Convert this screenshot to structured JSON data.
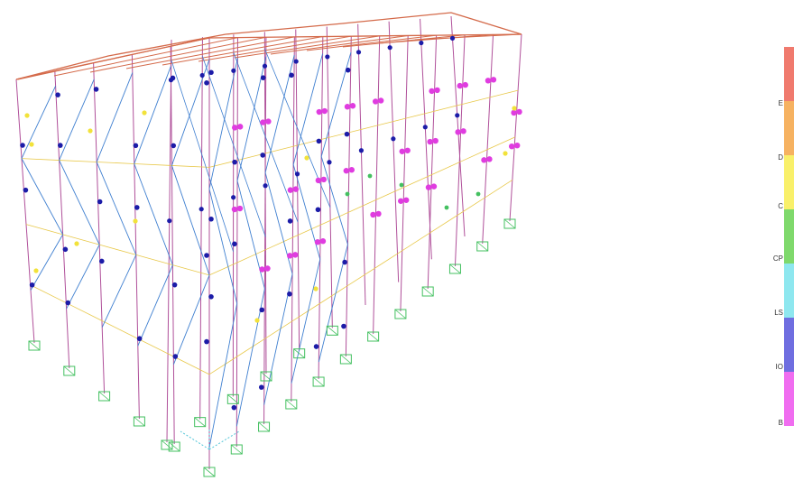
{
  "legend": {
    "items": [
      {
        "label": "E",
        "color": "#f07a6e"
      },
      {
        "label": "D",
        "color": "#f6b261"
      },
      {
        "label": "C",
        "color": "#f9f06a"
      },
      {
        "label": "CP",
        "color": "#7fd96c"
      },
      {
        "label": "LS",
        "color": "#8ee7ef"
      },
      {
        "label": "IO",
        "color": "#6f6ee0"
      },
      {
        "label": "B",
        "color": "#f06df0"
      }
    ]
  },
  "colors": {
    "column": "#b0509a",
    "brace": "#3f7fd0",
    "beam_top": "#d46a4a",
    "support": "#44c060",
    "hinge_io": "#1c1ca8",
    "hinge_b": "#e03ce0",
    "hinge_c": "#f2e23a"
  }
}
